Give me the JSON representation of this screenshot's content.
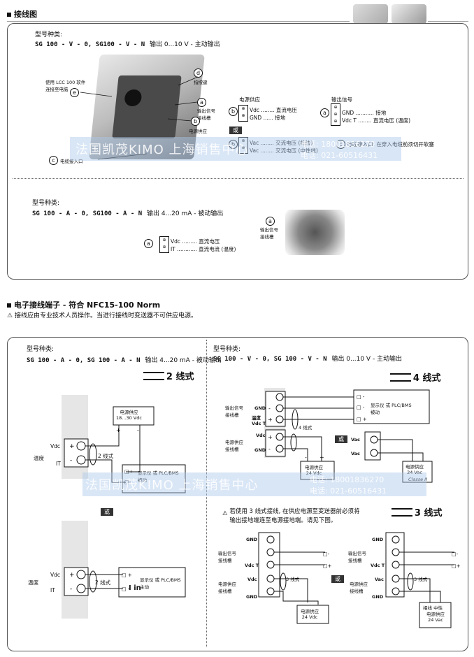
{
  "section1": {
    "title": "接线图",
    "block1": {
      "type_label": "型号种类:",
      "model": "SG 100 - V - 0, SG100 - V - N",
      "desc": "输出 0...10 V - 主动输出",
      "callouts": {
        "e_text": "使用 LCC 100 软件\n连接至电脑",
        "e": "e",
        "d": "d",
        "d_text": "指按键",
        "a": "a",
        "a_text": "输出信号\n接线槽",
        "b": "b",
        "b_text": "电源供应",
        "c": "c",
        "c_text": "电缆接入口"
      },
      "power": {
        "title": "电源供应",
        "vdc": "Vdc ........ 直流电压",
        "gnd": "GND ...... 接地",
        "or": "或",
        "vac1": "Vac ........ 交流电压 (相线)",
        "vac2": "Vac ........ 交流电压 (中性线)"
      },
      "output": {
        "title": "输出信号",
        "gnd": "GND ........... 接地",
        "vdct": "Vdc T ........ 直流电压 (温度)"
      },
      "cable_note": "电缆接入口: 在穿入电缆前须切开软塞"
    },
    "block2": {
      "type_label": "型号种类:",
      "model": "SG 100 - A - 0, SG100 - A - N",
      "desc": "输出 4...20 mA - 被动输出",
      "vdc": "Vdc ......... 直流电压",
      "it": "IT ............ 直流电流 (温度)",
      "a_text": "输出信号\n接线槽"
    }
  },
  "section2": {
    "title": "电子接线端子 - 符合 NFC15-100 Norm",
    "warning": "接线应由专业技术人员操作。当进行接线时变送器不可供应电源。",
    "left": {
      "type_label": "型号种类:",
      "model": "SG 100 - A - 0, SG 100 - A - N",
      "desc": "输出 4...20 mA - 被动输出",
      "two_wire": "2 线式",
      "psu": "电源供应\n18...30 Vdc",
      "display": "显示仪 或 PLC/BMS\n被动",
      "display2": "显示仪 或 PLC/BMS\n主动",
      "vdc": "Vdc",
      "temp": "温度",
      "it": "IT",
      "wire2": "2 线式",
      "or": "或",
      "iin": "I in"
    },
    "right": {
      "type_label": "型号种类:",
      "model": "SG 100 - V - 0, SG 100 - V - N",
      "desc": "输出 0...10 V - 主动输出",
      "four_wire": "4 线式",
      "three_wire": "3 线式",
      "out_label": "输出信号\n接线槽",
      "pw_label": "电源供应\n接线槽",
      "temp_vdct": "温度\nVdc T",
      "gnd": "GND",
      "vdc": "Vdc",
      "vac": "Vac",
      "display": "显示仪 或 PLC/BMS\n被动",
      "psu_dc": "电源供应\n24 Vdc",
      "psu_ac": "电源供应\n24 Vac",
      "classe": "Classe II",
      "wire4": "4 线式",
      "wire3": "3 线式",
      "or": "或",
      "note": "若使用 3 线式接线, 在供应电源至变送器前必须将\n输出接地端连至电源接地端。请见下图。",
      "neutral": "相线  中性",
      "psu_ac2": "电源供应\n24 Vac"
    }
  },
  "watermark": {
    "text": "法国凯茂KIMO 上海销售中心",
    "phone1": "电话: 18001836270",
    "phone2": "电话: 021-60516431"
  }
}
